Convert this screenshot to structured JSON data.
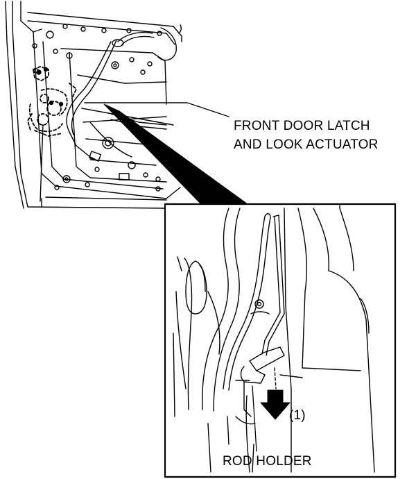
{
  "callout": {
    "line1": "FRONT DOOR LATCH",
    "line2": "AND LOOK ACTUATOR"
  },
  "detail": {
    "step": "(1)",
    "part_label": "ROD HOLDER"
  }
}
